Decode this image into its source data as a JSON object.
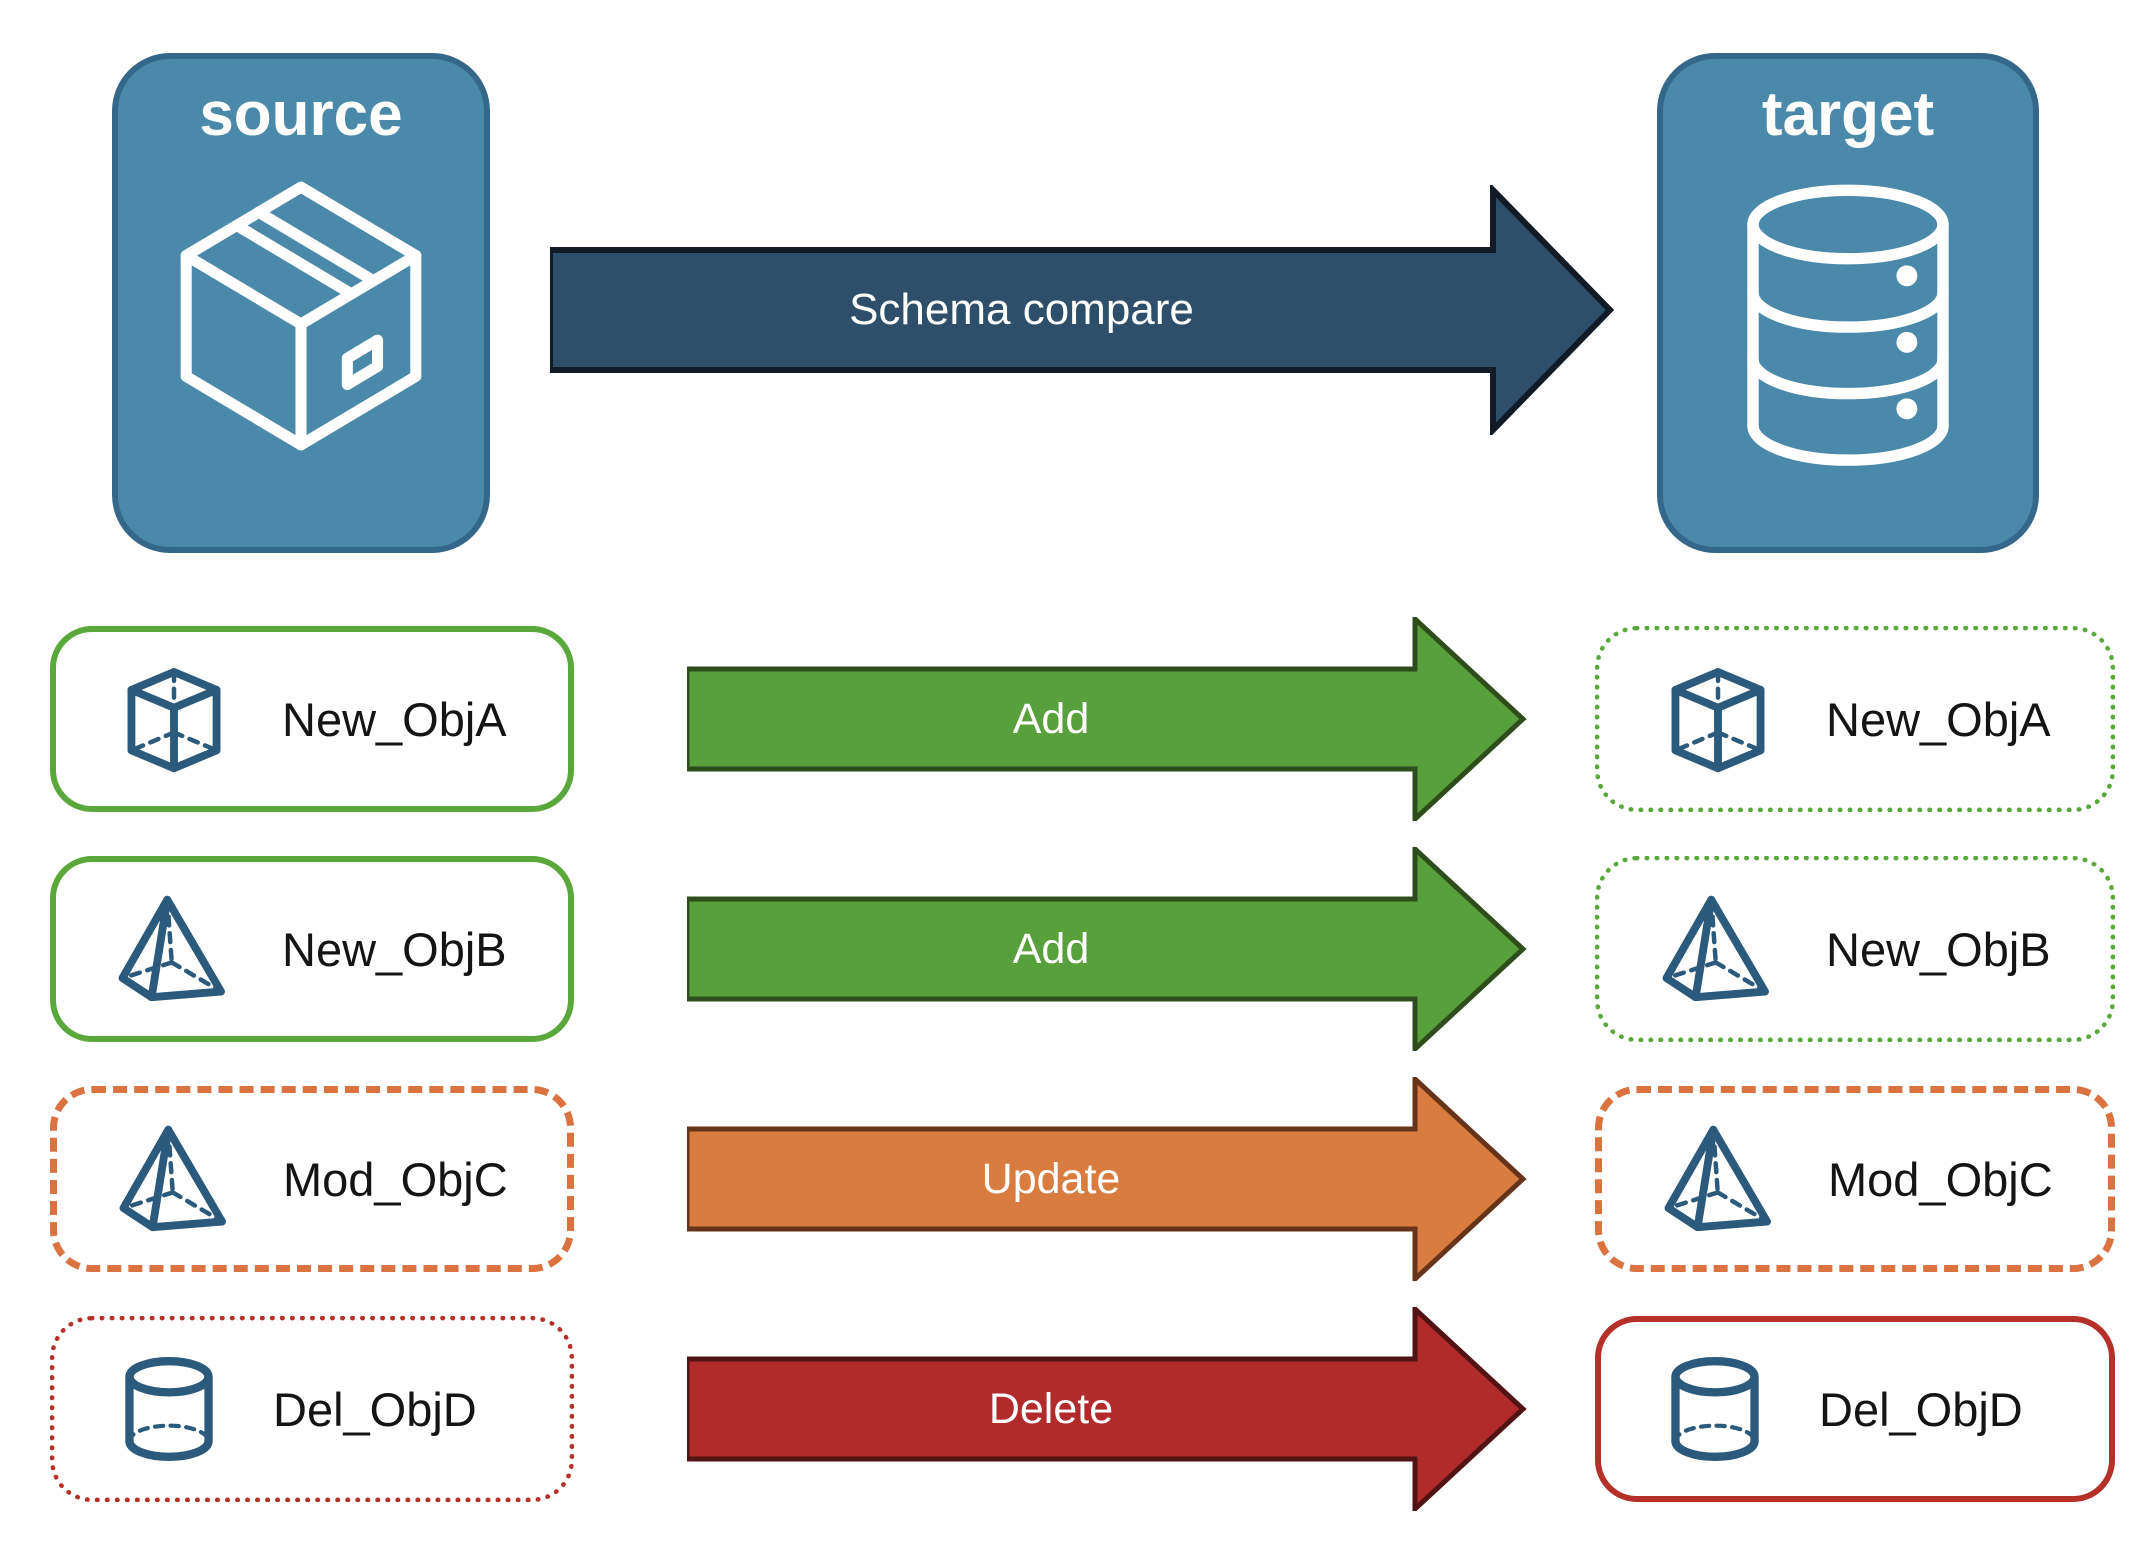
{
  "source_panel": {
    "label": "source",
    "icon": "package-icon"
  },
  "target_panel": {
    "label": "target",
    "icon": "database-icon"
  },
  "compare_arrow": {
    "label": "Schema compare"
  },
  "rows": [
    {
      "object_name": "New_ObjA",
      "action_label": "Add",
      "icon": "cube-icon",
      "source_border": "solid-green",
      "target_border": "dotted-green"
    },
    {
      "object_name": "New_ObjB",
      "action_label": "Add",
      "icon": "pyramid-icon",
      "source_border": "solid-green",
      "target_border": "dotted-green"
    },
    {
      "object_name": "Mod_ObjC",
      "action_label": "Update",
      "icon": "pyramid-icon",
      "source_border": "dashed-orange",
      "target_border": "dashed-orange"
    },
    {
      "object_name": "Del_ObjD",
      "action_label": "Delete",
      "icon": "cylinder-icon",
      "source_border": "dotted-red",
      "target_border": "solid-red"
    }
  ],
  "colors": {
    "panel_fill": "#4a89a9",
    "panel_border": "#35678a",
    "compare_arrow_fill": "#2d4f6b",
    "compare_arrow_border": "#121b25",
    "add_fill": "#58a03b",
    "add_border": "#2f4d1c",
    "update_fill": "#d87c3f",
    "update_border": "#66341a",
    "delete_fill": "#b12b2b",
    "delete_border": "#511313",
    "green_border": "#5aa83c",
    "orange_border": "#da7340",
    "red_border": "#b6302a",
    "icon_blue": "#2b5a7d",
    "text_dark": "#141414",
    "text_light": "#ffffff"
  }
}
